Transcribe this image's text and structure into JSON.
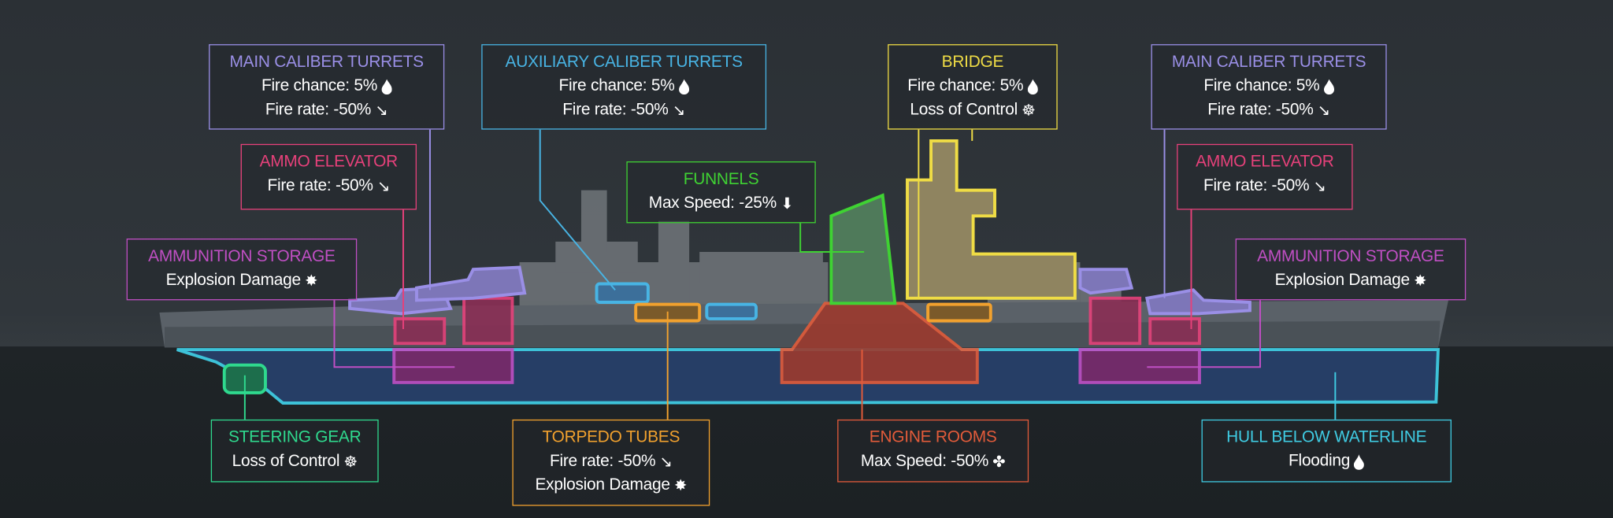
{
  "colors": {
    "main": "#9a8fe6",
    "aux": "#48b4e4",
    "bridge": "#efdc45",
    "elevator": "#e6417a",
    "funnels": "#3fd233",
    "storage": "#c04fc4",
    "steering": "#2fd98e",
    "torpedo": "#f1a12e",
    "engine": "#e25b3a",
    "hull": "#3fcbe2"
  },
  "labels": {
    "main_left": {
      "title": "MAIN CALIBER TURRETS",
      "line1": "Fire chance: 5%",
      "line2": "Fire rate: -50%"
    },
    "aux": {
      "title": "AUXILIARY CALIBER TURRETS",
      "line1": "Fire chance: 5%",
      "line2": "Fire rate: -50%"
    },
    "bridge": {
      "title": "BRIDGE",
      "line1": "Fire chance: 5%",
      "line2": "Loss of Control"
    },
    "main_right": {
      "title": "MAIN CALIBER TURRETS",
      "line1": "Fire chance: 5%",
      "line2": "Fire rate: -50%"
    },
    "elevator_left": {
      "title": "AMMO ELEVATOR",
      "line1": "Fire rate: -50%"
    },
    "elevator_right": {
      "title": "AMMO ELEVATOR",
      "line1": "Fire rate: -50%"
    },
    "funnels": {
      "title": "FUNNELS",
      "line1": "Max Speed: -25%"
    },
    "storage_left": {
      "title": "AMMUNITION STORAGE",
      "line1": "Explosion Damage"
    },
    "storage_right": {
      "title": "AMMUNITION STORAGE",
      "line1": "Explosion Damage"
    },
    "steering": {
      "title": "STEERING GEAR",
      "line1": "Loss of Control"
    },
    "torpedo": {
      "title": "TORPEDO TUBES",
      "line1": "Fire rate: -50%",
      "line2": "Explosion Damage"
    },
    "engine": {
      "title": "ENGINE ROOMS",
      "line1": "Max Speed: -50%"
    },
    "hull": {
      "title": "HULL BELOW WATERLINE",
      "line1": "Flooding"
    }
  },
  "icons": {
    "fire": "fire-icon",
    "fire_rate": "fire-rate-down-icon",
    "helm": "helm-wheel-icon",
    "explosion": "explosion-icon",
    "speed": "speed-down-icon",
    "fan": "propeller-icon",
    "drop": "water-drop-icon"
  }
}
